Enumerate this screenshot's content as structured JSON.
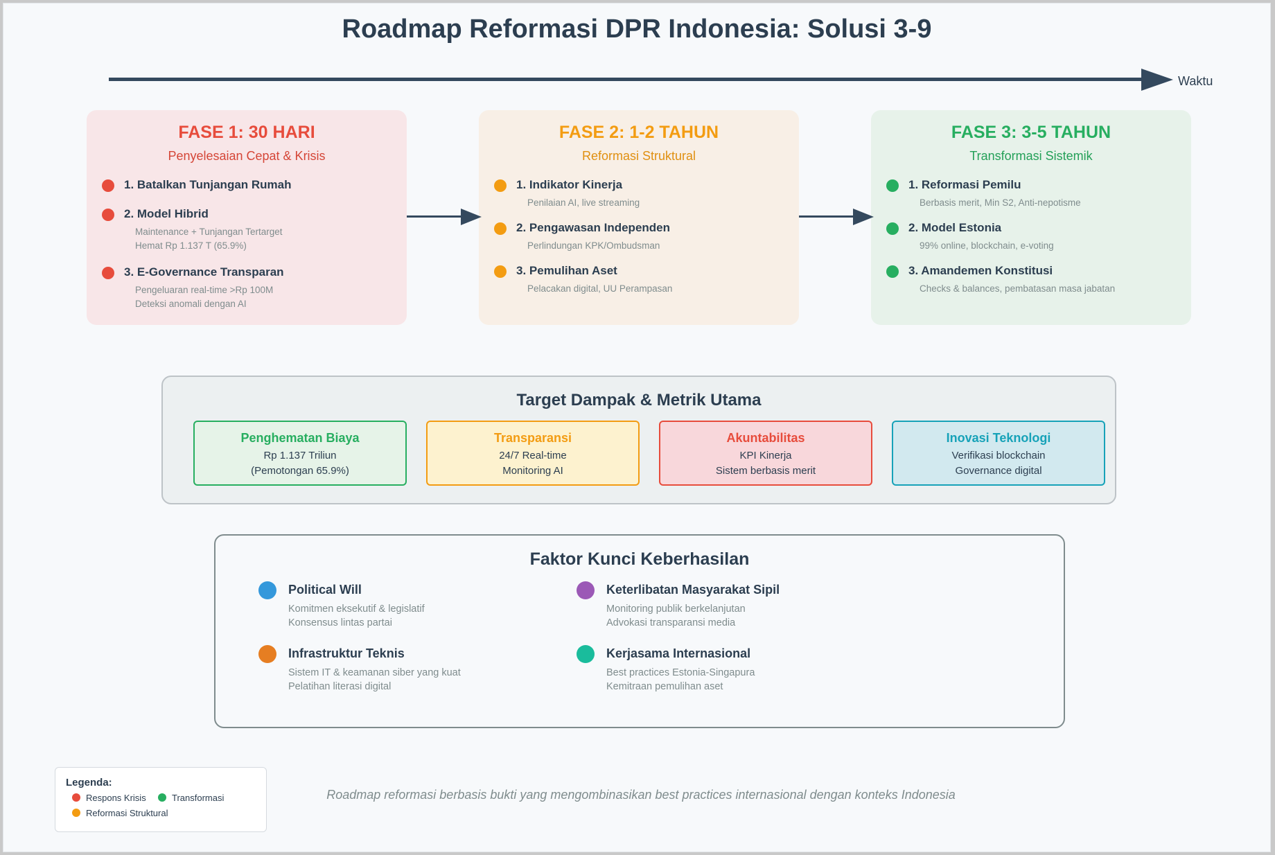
{
  "title": "Roadmap Reformasi DPR Indonesia: Solusi 3-9",
  "timeline_label": "Waktu",
  "phases": [
    {
      "title": "FASE 1: 30 HARI",
      "subtitle": "Penyelesaian Cepat & Krisis",
      "color": "#e74c3c",
      "bg": "#f8e6e8",
      "items": [
        {
          "title": "1. Batalkan Tunjangan Rumah",
          "desc": []
        },
        {
          "title": "2. Model Hibrid",
          "desc": [
            "Maintenance + Tunjangan Tertarget",
            "Hemat Rp 1.137 T (65.9%)"
          ]
        },
        {
          "title": "3. E-Governance Transparan",
          "desc": [
            "Pengeluaran real-time >Rp 100M",
            "Deteksi anomali dengan AI"
          ]
        }
      ]
    },
    {
      "title": "FASE 2: 1-2 TAHUN",
      "subtitle": "Reformasi Struktural",
      "color": "#f39c12",
      "bg": "#f8efe6",
      "items": [
        {
          "title": "1. Indikator Kinerja",
          "desc": [
            "Penilaian AI, live streaming"
          ]
        },
        {
          "title": "2. Pengawasan Independen",
          "desc": [
            "Perlindungan KPK/Ombudsman"
          ]
        },
        {
          "title": "3. Pemulihan Aset",
          "desc": [
            "Pelacakan digital, UU Perampasan"
          ]
        }
      ]
    },
    {
      "title": "FASE 3: 3-5 TAHUN",
      "subtitle": "Transformasi Sistemik",
      "color": "#27ae60",
      "bg": "#e7f2ea",
      "items": [
        {
          "title": "1. Reformasi Pemilu",
          "desc": [
            "Berbasis merit, Min S2, Anti-nepotisme"
          ]
        },
        {
          "title": "2. Model Estonia",
          "desc": [
            "99% online, blockchain, e-voting"
          ]
        },
        {
          "title": "3. Amandemen Konstitusi",
          "desc": [
            "Checks & balances, pembatasan masa jabatan"
          ]
        }
      ]
    }
  ],
  "metrics": {
    "title": "Target Dampak & Metrik Utama",
    "cards": [
      {
        "title": "Penghematan Biaya",
        "line1": "Rp 1.137 Triliun",
        "line2": "(Pemotongan 65.9%)",
        "color": "#27ae60",
        "bg": "#e6f3e8"
      },
      {
        "title": "Transparansi",
        "line1": "24/7 Real-time",
        "line2": "Monitoring AI",
        "color": "#f39c12",
        "bg": "#fdf2cf"
      },
      {
        "title": "Akuntabilitas",
        "line1": "KPI Kinerja",
        "line2": "Sistem berbasis merit",
        "color": "#e74c3c",
        "bg": "#f8d7db"
      },
      {
        "title": "Inovasi Teknologi",
        "line1": "Verifikasi blockchain",
        "line2": "Governance digital",
        "color": "#17a2b8",
        "bg": "#d2e9ef"
      }
    ]
  },
  "factors": {
    "title": "Faktor Kunci Keberhasilan",
    "items": [
      {
        "title": "Political Will",
        "line1": "Komitmen eksekutif & legislatif",
        "line2": "Konsensus lintas partai",
        "color": "#3498db"
      },
      {
        "title": "Keterlibatan Masyarakat Sipil",
        "line1": "Monitoring publik berkelanjutan",
        "line2": "Advokasi transparansi media",
        "color": "#9b59b6"
      },
      {
        "title": "Infrastruktur Teknis",
        "line1": "Sistem IT & keamanan siber yang kuat",
        "line2": "Pelatihan literasi digital",
        "color": "#e67e22"
      },
      {
        "title": "Kerjasama Internasional",
        "line1": "Best practices Estonia-Singapura",
        "line2": "Kemitraan pemulihan aset",
        "color": "#1abc9c"
      }
    ]
  },
  "legend": {
    "title": "Legenda:",
    "items": [
      {
        "label": "Respons Krisis",
        "color": "#e74c3c"
      },
      {
        "label": "Transformasi",
        "color": "#27ae60"
      },
      {
        "label": "Reformasi Struktural",
        "color": "#f39c12"
      }
    ]
  },
  "footer_note": "Roadmap reformasi berbasis bukti yang mengombinasikan best practices internasional dengan konteks Indonesia"
}
